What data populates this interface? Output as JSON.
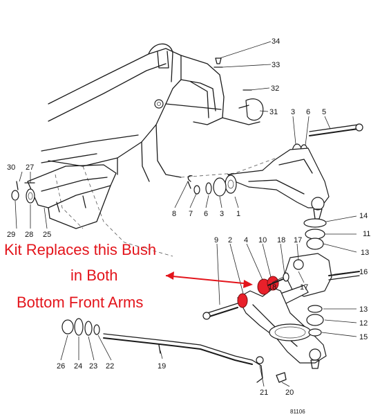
{
  "diagram": {
    "callout_lines": [
      "Kit Replaces this Bush",
      "in Both",
      "Bottom Front Arms"
    ],
    "callout_color": "#e3141b",
    "highlight_color": "#e8202a",
    "part_numbers": [
      "34",
      "33",
      "32",
      "31",
      "3",
      "6",
      "5",
      "30",
      "27",
      "8",
      "7",
      "6",
      "3",
      "1",
      "14",
      "11",
      "13",
      "16",
      "9",
      "2",
      "4",
      "10",
      "18",
      "17",
      "18",
      "17",
      "13",
      "12",
      "15",
      "29",
      "28",
      "25",
      "26",
      "24",
      "23",
      "22",
      "19",
      "21",
      "20"
    ],
    "drawing_ref": "81106"
  }
}
